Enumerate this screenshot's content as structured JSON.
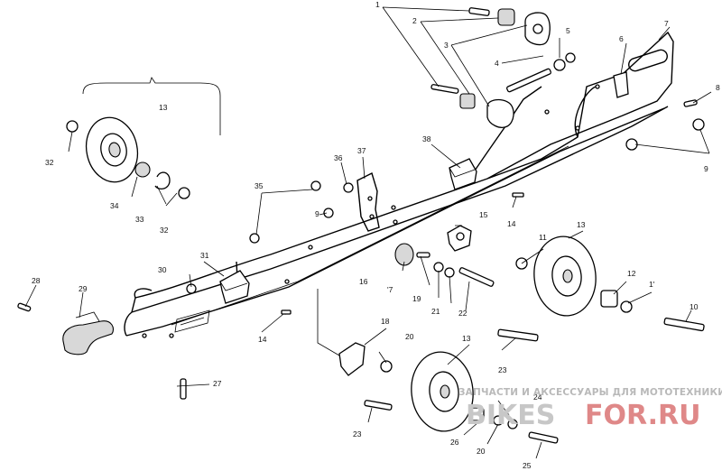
{
  "callouts": [
    {
      "id": "c1",
      "text": "1"
    },
    {
      "id": "c2",
      "text": "2"
    },
    {
      "id": "c3",
      "text": "3"
    },
    {
      "id": "c4",
      "text": "4"
    },
    {
      "id": "c5",
      "text": "5"
    },
    {
      "id": "c6",
      "text": "6"
    },
    {
      "id": "c7",
      "text": "7"
    },
    {
      "id": "c8",
      "text": "8"
    },
    {
      "id": "c9a",
      "text": "9"
    },
    {
      "id": "c9b",
      "text": "9"
    },
    {
      "id": "c10",
      "text": "10"
    },
    {
      "id": "c11",
      "text": "11"
    },
    {
      "id": "c1b",
      "text": "1'"
    },
    {
      "id": "c12",
      "text": "12"
    },
    {
      "id": "c13a",
      "text": "13"
    },
    {
      "id": "c13b",
      "text": "13"
    },
    {
      "id": "c13c",
      "text": "13"
    },
    {
      "id": "c14a",
      "text": "14"
    },
    {
      "id": "c14b",
      "text": "14"
    },
    {
      "id": "c15",
      "text": "15"
    },
    {
      "id": "c16",
      "text": "16"
    },
    {
      "id": "c17",
      "text": "'7"
    },
    {
      "id": "c18",
      "text": "18"
    },
    {
      "id": "c19",
      "text": "19"
    },
    {
      "id": "c20a",
      "text": "20"
    },
    {
      "id": "c20b",
      "text": "20"
    },
    {
      "id": "c21",
      "text": "21"
    },
    {
      "id": "c22",
      "text": "22"
    },
    {
      "id": "c23a",
      "text": "23"
    },
    {
      "id": "c23b",
      "text": "23"
    },
    {
      "id": "c24",
      "text": "24"
    },
    {
      "id": "c25",
      "text": "25"
    },
    {
      "id": "c26",
      "text": "26"
    },
    {
      "id": "c27",
      "text": "27"
    },
    {
      "id": "c28",
      "text": "28"
    },
    {
      "id": "c29",
      "text": "29"
    },
    {
      "id": "c30",
      "text": "30"
    },
    {
      "id": "c31",
      "text": "31"
    },
    {
      "id": "c32a",
      "text": "32"
    },
    {
      "id": "c32b",
      "text": "32"
    },
    {
      "id": "c33",
      "text": "33"
    },
    {
      "id": "c34",
      "text": "34"
    },
    {
      "id": "c35",
      "text": "35"
    },
    {
      "id": "c36",
      "text": "36"
    },
    {
      "id": "c37",
      "text": "37"
    },
    {
      "id": "c38",
      "text": "38"
    }
  ],
  "watermark": {
    "caption": "ЗАПЧАСТИ И АКСЕССУАРЫ ДЛЯ МОТОТЕХНИКИ",
    "logo_left": "BIKES",
    "logo_right": "FOR.RU"
  }
}
